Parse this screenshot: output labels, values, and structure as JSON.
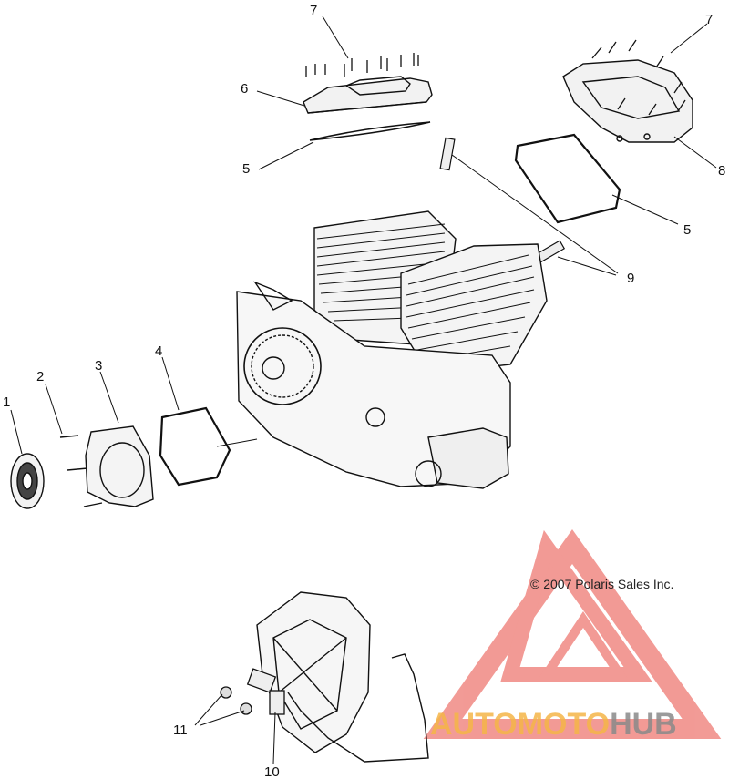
{
  "diagram": {
    "copyright": "© 2007 Polaris Sales Inc.",
    "callouts": [
      "1",
      "2",
      "3",
      "4",
      "5",
      "5",
      "6",
      "7",
      "7",
      "8",
      "9",
      "10",
      "11"
    ]
  },
  "watermark": {
    "brand_part1": "AUTOMOTO",
    "brand_part2": "HUB",
    "colors": {
      "triangle": "#e8483f",
      "auto": "#f5b648",
      "hub": "#8a8a8a"
    }
  }
}
